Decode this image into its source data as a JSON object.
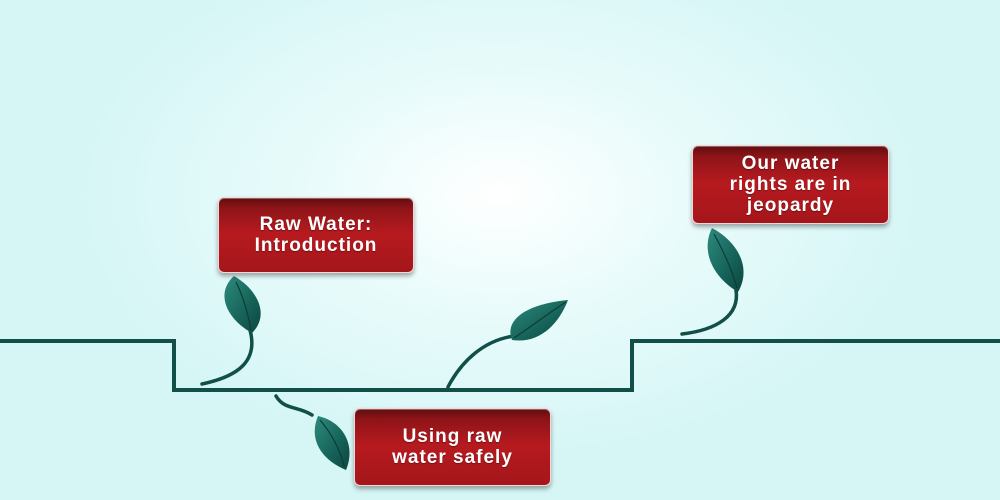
{
  "diagram": {
    "labels": {
      "intro": "Raw Water:\nIntroduction",
      "safe_use": "Using raw\nwater safely",
      "rights": "Our water\nrights are in\njeopardy"
    },
    "colors": {
      "background": "#d6f6f6",
      "line": "#124f49",
      "leaf": "#1d6b61",
      "label_fill": "#b61a1f",
      "label_text": "#ffffff"
    }
  }
}
